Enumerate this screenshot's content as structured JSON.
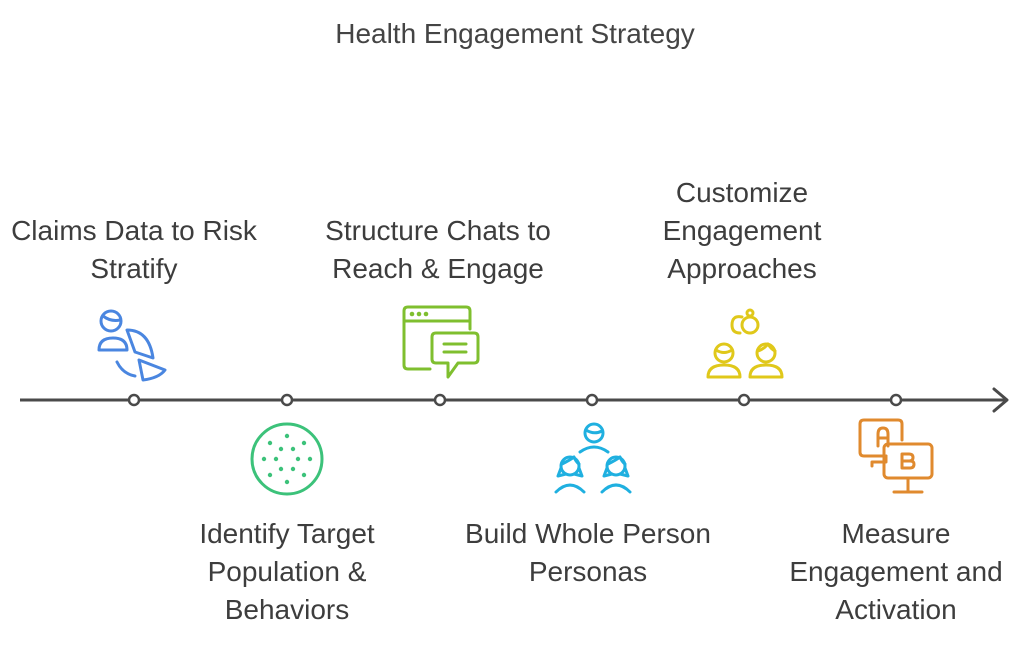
{
  "title": "Health Engagement Strategy",
  "steps": [
    {
      "label": "Claims Data to Risk Stratify",
      "position": "top",
      "icon": "user-pie-chart-icon",
      "color": "#4a86e0"
    },
    {
      "label": "Identify Target Population & Behaviors",
      "position": "bottom",
      "icon": "population-dots-icon",
      "color": "#3cc27a"
    },
    {
      "label": "Structure Chats to Reach & Engage",
      "position": "top",
      "icon": "browser-chat-icon",
      "color": "#7fbf2f"
    },
    {
      "label": "Build Whole Person Personas",
      "position": "bottom",
      "icon": "people-group-icon",
      "color": "#1fb0e0"
    },
    {
      "label": "Customize Engagement Approaches",
      "position": "top",
      "icon": "couple-rings-icon",
      "color": "#e0c81a"
    },
    {
      "label": "Measure Engagement and Activation",
      "position": "bottom",
      "icon": "ab-test-monitor-icon",
      "color": "#e08a2e"
    }
  ],
  "line_color": "#4a4a4a"
}
